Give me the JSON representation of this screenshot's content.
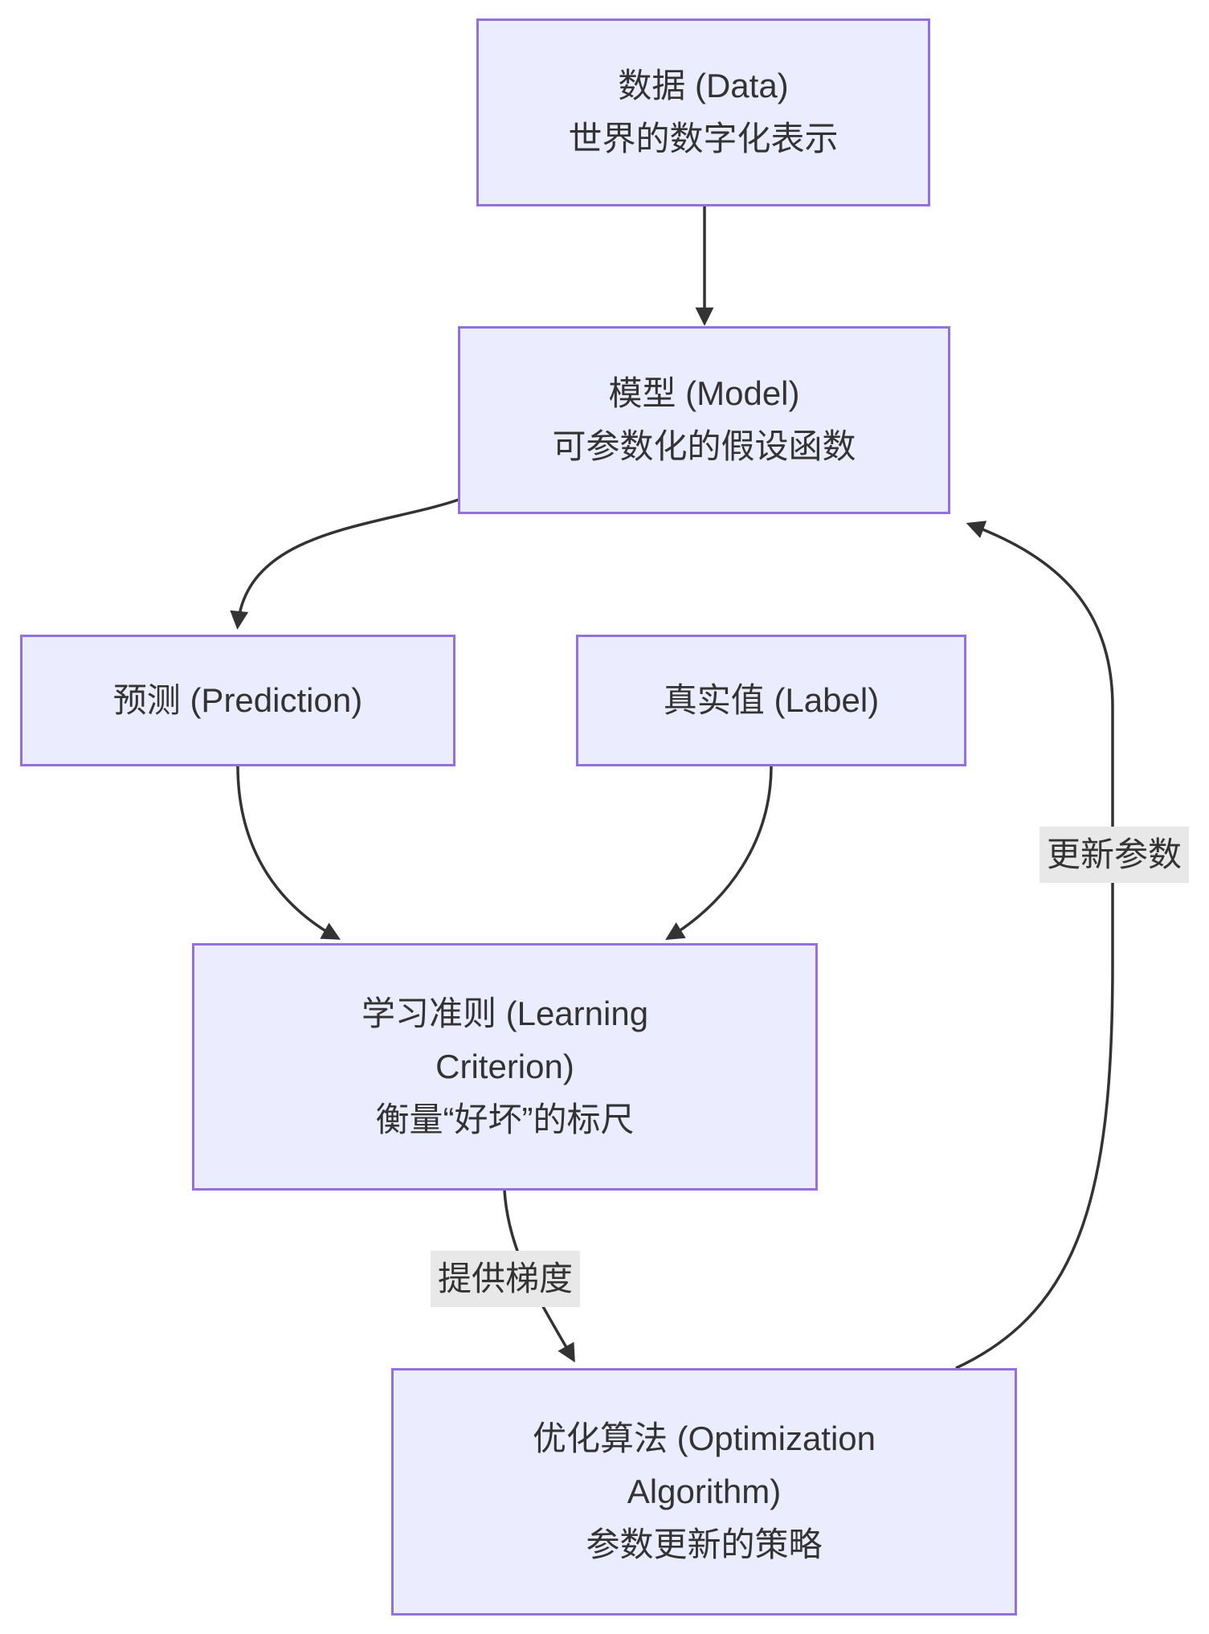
{
  "diagram": {
    "nodes": {
      "data": {
        "line1": "数据 (Data)",
        "line2": "世界的数字化表示"
      },
      "model": {
        "line1": "模型 (Model)",
        "line2": "可参数化的假设函数"
      },
      "prediction": {
        "line1": "预测 (Prediction)"
      },
      "label": {
        "line1": "真实值 (Label)"
      },
      "criterion": {
        "line1": "学习准则 (Learning",
        "line2": "Criterion)",
        "line3": "衡量“好坏”的标尺"
      },
      "optimization": {
        "line1": "优化算法 (Optimization",
        "line2": "Algorithm)",
        "line3": "参数更新的策略"
      }
    },
    "edge_labels": {
      "update_params": "更新参数",
      "provide_gradient": "提供梯度"
    },
    "colors": {
      "node_fill": "#ECECFF",
      "node_border": "#9370DB",
      "edge": "#333333",
      "text": "#333333",
      "edge_label_bg": "#e8e8e8",
      "background": "#ffffff"
    }
  }
}
